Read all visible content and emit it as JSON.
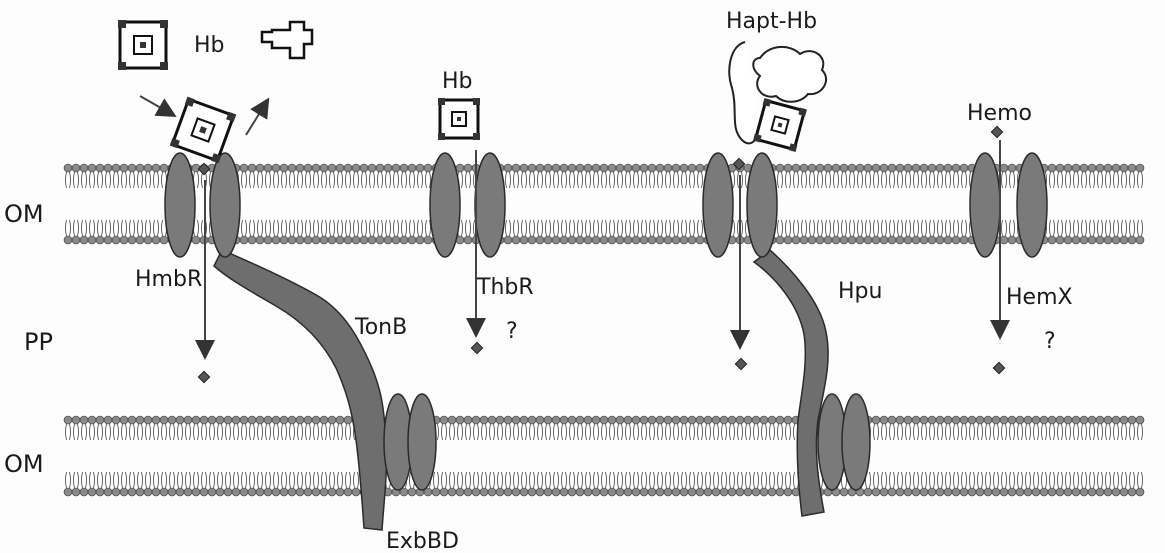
{
  "labels": {
    "om_top": "OM",
    "om_bottom": "OM",
    "pp": "PP",
    "hb_1": "Hb",
    "hb_2": "Hb",
    "hapt_hb": "Hapt-Hb",
    "hemo": "Hemo",
    "hmbr": "HmbR",
    "thbr": "ThbR",
    "hpu": "Hpu",
    "hemx": "HemX",
    "tonb": "TonB",
    "exbbd": "ExbBD",
    "q1": "?",
    "q2": "?"
  },
  "colors": {
    "protein": "#6e6e6e",
    "protein_stroke": "#2b2b2b",
    "lipid_head": "#8a8a8a",
    "background": "#fdfdfd"
  }
}
